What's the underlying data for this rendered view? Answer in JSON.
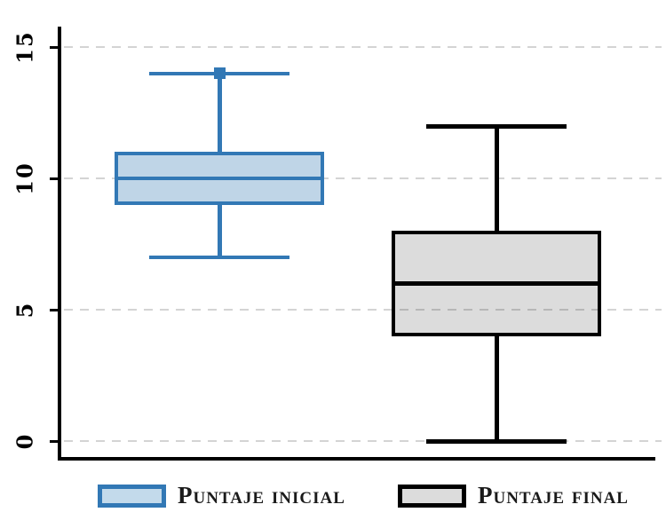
{
  "figure": {
    "background": "#ffffff"
  },
  "chart_data": {
    "type": "boxplot",
    "orientation": "vertical",
    "title": "",
    "xlabel": "",
    "ylabel": "",
    "ylim": [
      0,
      15
    ],
    "yticks": [
      0,
      5,
      10,
      15
    ],
    "ytick_labels": [
      "0",
      "5",
      "10",
      "15"
    ],
    "grid": {
      "show": true,
      "style": "dashed",
      "color": "#d4d4d4",
      "at": [
        0,
        5,
        10,
        15
      ]
    },
    "legend_position": "bottom",
    "series": [
      {
        "name": "Puntaje inicial",
        "whisker_low": 7,
        "q1": 9,
        "median": 10,
        "q3": 11,
        "whisker_high": 14,
        "marker_value": 14,
        "stroke": "#3278b5",
        "fill": "#c3daeb",
        "fill_rgba": "rgba(47,119,178,0.31)"
      },
      {
        "name": "Puntaje final",
        "whisker_low": 0,
        "q1": 4,
        "median": 6,
        "q3": 8,
        "whisker_high": 12,
        "marker_value": null,
        "stroke": "#000000",
        "fill": "#dcdcdc",
        "fill_rgba": "rgba(0,0,0,0.137)"
      }
    ]
  },
  "legend": {
    "items": [
      {
        "label": "Puntaje inicial",
        "swatch_fill": "#c3daeb",
        "swatch_stroke": "#3278b5"
      },
      {
        "label": "Puntaje final",
        "swatch_fill": "#dcdcdc",
        "swatch_stroke": "#000000"
      }
    ]
  }
}
